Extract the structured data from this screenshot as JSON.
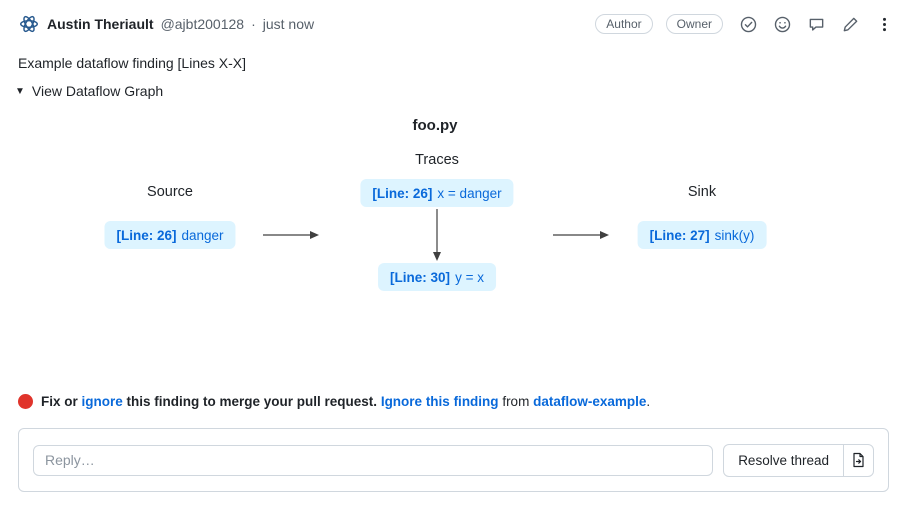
{
  "header": {
    "author_name": "Austin Theriault",
    "author_handle": "@ajbt200128",
    "separator": "·",
    "timestamp": "just now",
    "badges": [
      {
        "label": "Author"
      },
      {
        "label": "Owner"
      }
    ],
    "icons": [
      "check-circle",
      "smiley",
      "comment-bubble",
      "pencil",
      "kebab-menu"
    ]
  },
  "comment": {
    "body": "Example dataflow finding [Lines X-X]",
    "toggle_caret": "▼",
    "toggle_label": "View Dataflow Graph"
  },
  "graph": {
    "file": "foo.py",
    "labels": {
      "source": "Source",
      "traces": "Traces",
      "sink": "Sink"
    },
    "nodes": {
      "source": {
        "line": "[Line: 26]",
        "code": "danger"
      },
      "trace_top": {
        "line": "[Line: 26]",
        "code": "x = danger"
      },
      "trace_bottom": {
        "line": "[Line: 30]",
        "code": "y = x"
      },
      "sink": {
        "line": "[Line: 27]",
        "code": "sink(y)"
      }
    }
  },
  "notice": {
    "icon": "red-circle",
    "segments": [
      {
        "text": "Fix or "
      },
      {
        "text": "ignore"
      },
      {
        "text": " this finding to merge your pull request. "
      },
      {
        "text": "Ignore this finding"
      },
      {
        "text": " from "
      },
      {
        "text": "dataflow-example"
      },
      {
        "text": "."
      }
    ]
  },
  "reply": {
    "placeholder": "Reply…",
    "resolve_label": "Resolve thread"
  },
  "colors": {
    "accent_blue": "#0969da",
    "node_bg": "#ddf4ff",
    "border": "#d0d7de",
    "muted": "#57606a",
    "red_dot": "#e0342b"
  }
}
